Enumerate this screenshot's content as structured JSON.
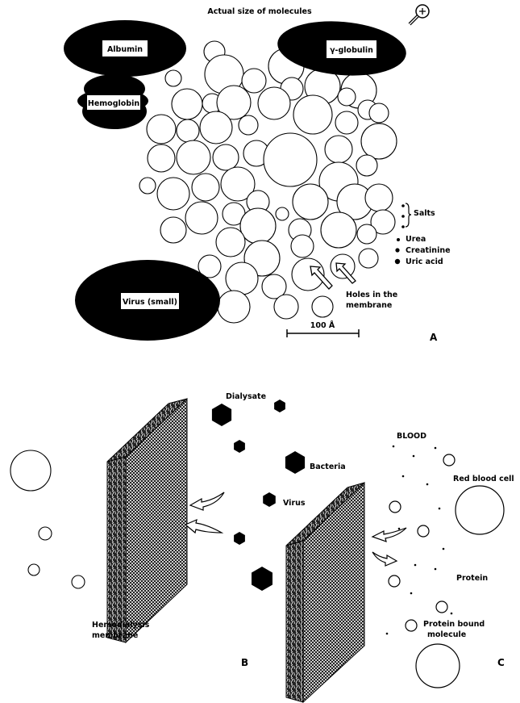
{
  "panel_a": {
    "title": "Actual size of molecules",
    "molecules": {
      "albumin": "Albumin",
      "gamma_globulin": "γ-globulin",
      "hemoglobin": "Hemoglobin",
      "virus": "Virus (small)"
    },
    "small_solutes": {
      "salts": "Salts",
      "urea": "Urea",
      "creatinine": "Creatinine",
      "uric_acid": "Uric acid"
    },
    "holes_label_line1": "Holes in the",
    "holes_label_line2": "membrane",
    "scale_bar": "100  Å",
    "panel_letter": "A",
    "magnifier_icon": "magnifier-plus-icon"
  },
  "panel_b": {
    "dialysate": "Dialysate",
    "bacteria": "Bacteria",
    "virus": "Virus",
    "membrane_line1": "Hemodialysis",
    "membrane_line2": "membrane",
    "panel_letter": "B"
  },
  "panel_c": {
    "blood": "BLOOD",
    "red_blood_cell": "Red blood cell",
    "protein": "Protein",
    "protein_bound_line1": "Protein bound",
    "protein_bound_line2": "molecule",
    "panel_letter": "C"
  }
}
